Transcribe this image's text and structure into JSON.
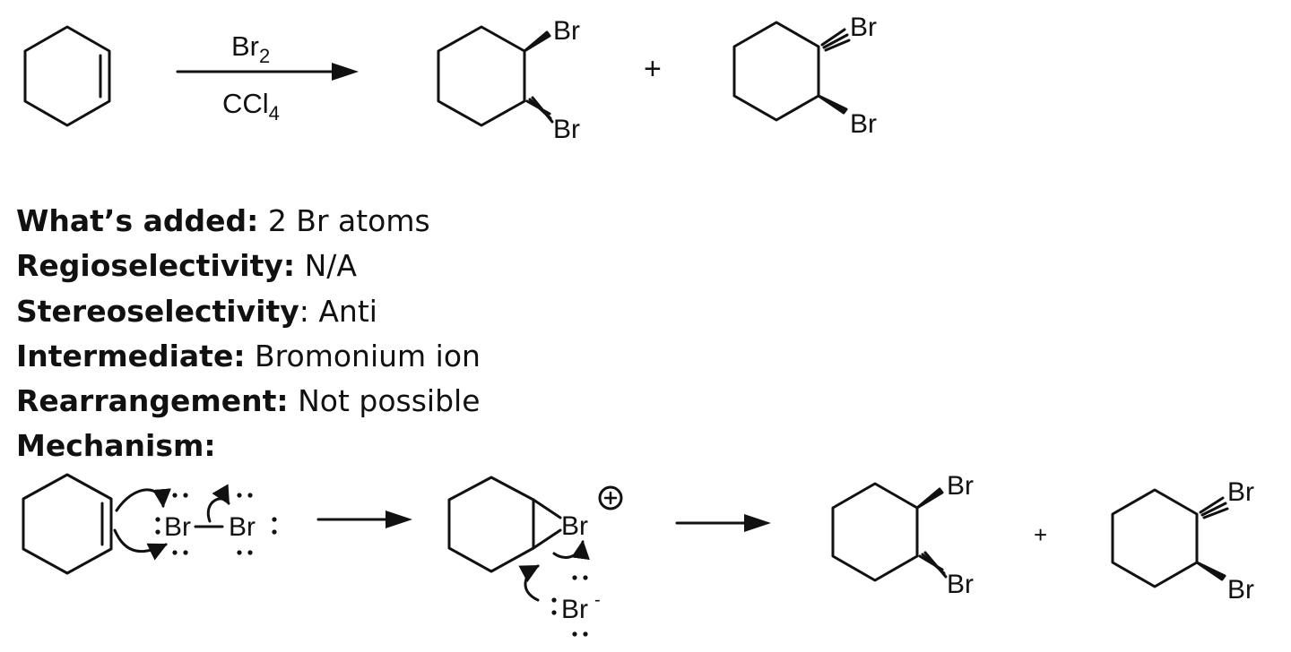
{
  "reaction": {
    "reagent": "Br2",
    "solvent": "CCl4",
    "plus": "+",
    "atom_label": "Br"
  },
  "properties": [
    {
      "key": "What’s added:",
      "value": " 2 Br atoms"
    },
    {
      "key": "Regioselectivity:",
      "value": " N/A"
    },
    {
      "key": "Stereoselectivity",
      "value": ": Anti"
    },
    {
      "key": "Intermediate:",
      "value": " Bromonium ion"
    },
    {
      "key": "Rearrangement:",
      "value": " Not possible"
    },
    {
      "key": "Mechanism:",
      "value": ""
    }
  ],
  "mechanism": {
    "atom_label": "Br",
    "charge_plus": "+",
    "anion_charge": "-",
    "plus": "+"
  }
}
